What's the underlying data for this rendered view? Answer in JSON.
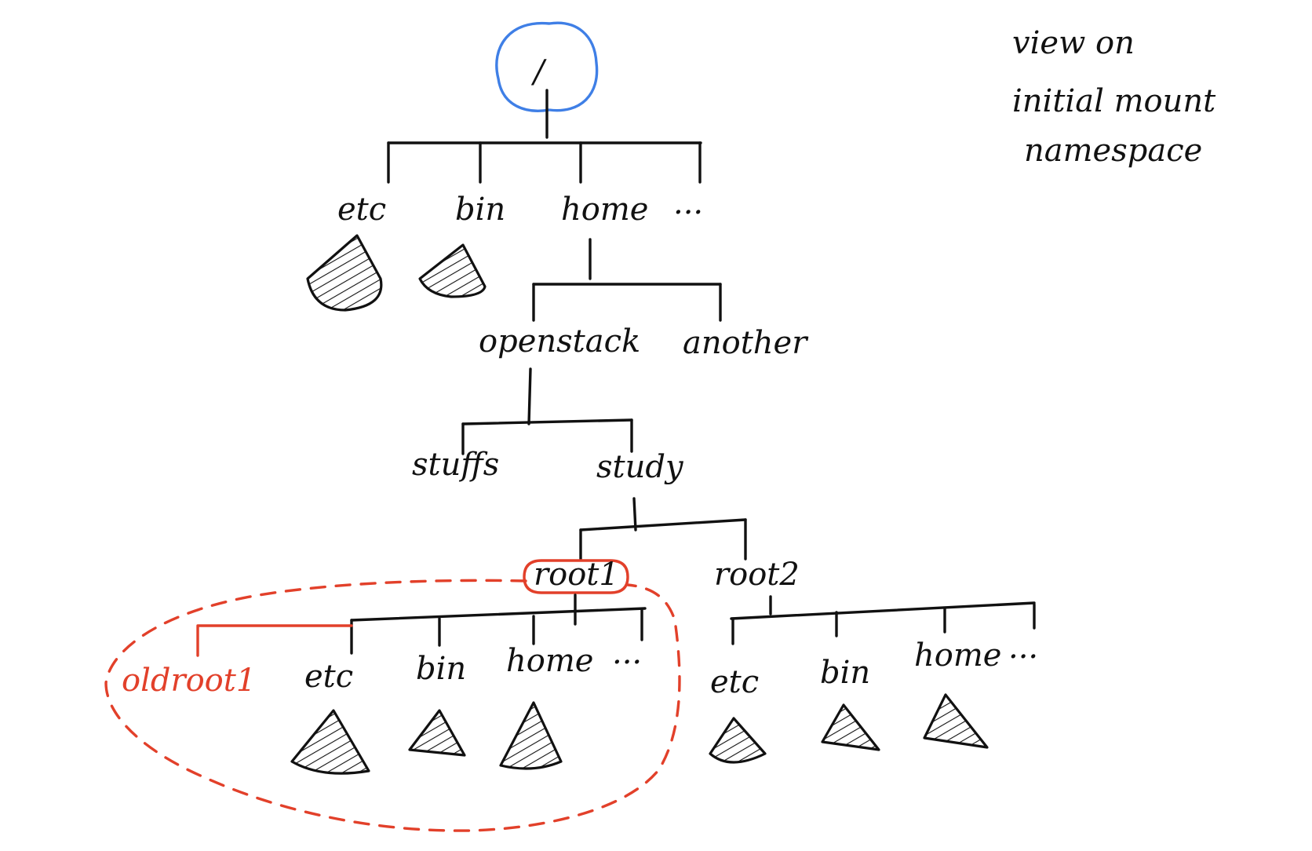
{
  "note": {
    "line1": "view on",
    "line2": "initial mount",
    "line3": "namespace"
  },
  "root": {
    "label": "/",
    "highlight_color": "#3f7fe6"
  },
  "level1": [
    "etc",
    "bin",
    "home",
    "..."
  ],
  "home_children": [
    "openstack",
    "another"
  ],
  "openstack_children": [
    "stuffs",
    "study"
  ],
  "study_children": [
    "root1",
    "root2"
  ],
  "root1_children": [
    "etc",
    "bin",
    "home",
    "..."
  ],
  "root2_children": [
    "etc",
    "bin",
    "home",
    "..."
  ],
  "oldroot": {
    "label": "oldroot1",
    "color": "#e2402a"
  },
  "colors": {
    "ink": "#111111",
    "mount_highlight": "#e2402a",
    "root_highlight": "#3f7fe6"
  }
}
